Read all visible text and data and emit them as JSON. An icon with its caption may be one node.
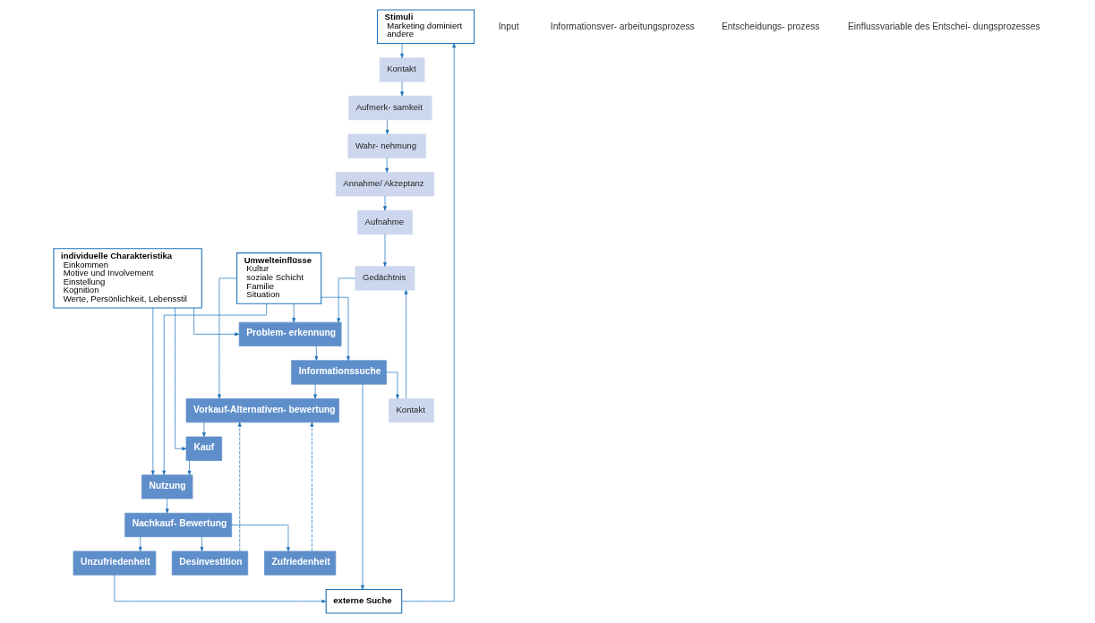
{
  "diagram": {
    "nodes": [
      {
        "text": [
          "Stimuli",
          "Marketing dominiert",
          "andere"
        ]
      },
      {
        "text": [
          "externe Suche"
        ]
      },
      {
        "text": [
          "Kontakt"
        ]
      },
      {
        "text": [
          "Aufmerk- samkeit"
        ]
      },
      {
        "text": [
          "Wahr- nehmung"
        ]
      },
      {
        "text": [
          "Annahme/ Akzeptanz"
        ]
      },
      {
        "text": [
          "Aufnahme"
        ]
      },
      {
        "text": [
          "Gedächtnis"
        ]
      },
      {
        "text": [
          "Kontakt"
        ]
      },
      {
        "text": [
          "Problem- erkennung"
        ]
      },
      {
        "text": [
          "Informationssuche"
        ]
      },
      {
        "text": [
          "Vorkauf-Alternativen- bewertung"
        ]
      },
      {
        "text": [
          "Kauf"
        ]
      },
      {
        "text": [
          "Nutzung"
        ]
      },
      {
        "text": [
          "Nachkauf- Bewertung"
        ]
      },
      {
        "text": [
          "Unzufriedenheit"
        ]
      },
      {
        "text": [
          "Zufriedenheit"
        ]
      },
      {
        "text": [
          "Desinvestition"
        ]
      },
      {
        "text": [
          "Umwelteinflüsse",
          "Kultur",
          "soziale Schicht",
          "Familie",
          "Situation"
        ]
      },
      {
        "text": [
          "individuelle Charakteristika",
          "Einkommen",
          "Motive und Involvement",
          "Einstellung",
          "Kognition",
          "Werte, Persönlichkeit, Lebensstil"
        ]
      }
    ],
    "edges": [
      {
        "from": 1,
        "to": 0,
        "arrow": "to"
      },
      {
        "from": 0,
        "to": 2,
        "arrow": "to"
      },
      {
        "from": 2,
        "to": 3,
        "arrow": "to"
      },
      {
        "from": 3,
        "to": 4,
        "arrow": "to"
      },
      {
        "from": 4,
        "to": 5,
        "arrow": "to"
      },
      {
        "from": 5,
        "to": 6,
        "arrow": "to"
      },
      {
        "from": 6,
        "to": 7,
        "arrow": "to"
      },
      {
        "from": 7,
        "to": 9,
        "arrow": "to"
      },
      {
        "from": 10,
        "to": 8,
        "arrow": "to"
      },
      {
        "from": 8,
        "to": 7,
        "arrow": "to"
      },
      {
        "from": 10,
        "to": 1,
        "arrow": "to"
      },
      {
        "from": 9,
        "to": 10,
        "arrow": "to"
      },
      {
        "from": 10,
        "to": 11,
        "arrow": "to"
      },
      {
        "from": 11,
        "to": 12,
        "arrow": "to"
      },
      {
        "from": 12,
        "to": 13,
        "arrow": "to"
      },
      {
        "from": 13,
        "to": 14,
        "arrow": "to"
      },
      {
        "from": 14,
        "to": 15,
        "arrow": "to"
      },
      {
        "from": 14,
        "to": 16,
        "arrow": "to"
      },
      {
        "from": 14,
        "to": 17,
        "arrow": "to"
      },
      {
        "from": 15,
        "to": 1,
        "arrow": "to"
      },
      {
        "from": 17,
        "to": 11,
        "arrow": "to",
        "style": "dashed"
      },
      {
        "from": 16,
        "to": 11,
        "arrow": "to",
        "style": "dashed"
      },
      {
        "from": 18,
        "to": 10,
        "arrow": "to"
      },
      {
        "from": 18,
        "to": 11,
        "arrow": "to"
      },
      {
        "from": 18,
        "to": 9,
        "arrow": "to"
      },
      {
        "from": 18,
        "to": 13,
        "arrow": "to"
      },
      {
        "from": 19,
        "to": 9,
        "arrow": "to"
      },
      {
        "from": 19,
        "to": 12,
        "arrow": "to"
      },
      {
        "from": 19,
        "to": 13,
        "arrow": "to"
      }
    ],
    "labels": [
      "Input",
      "Informationsver- arbeitungsprozess",
      "Entscheidungs- prozess",
      "Einflussvariable des Entschei- dungsprozesses"
    ]
  }
}
